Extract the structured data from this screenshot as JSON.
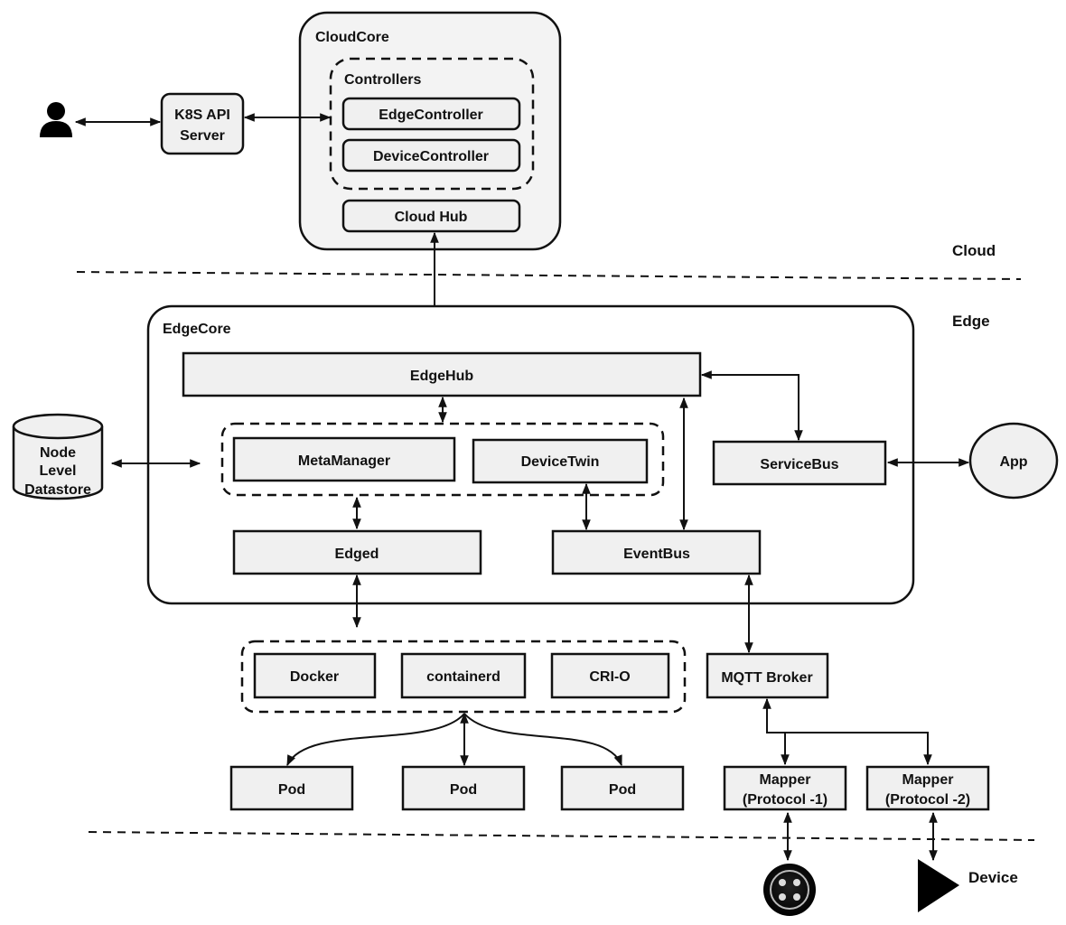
{
  "regions": {
    "cloud": "Cloud",
    "edge": "Edge",
    "device": "Device"
  },
  "cloudcore": {
    "title": "CloudCore",
    "controllers_title": "Controllers",
    "edge_controller": "EdgeController",
    "device_controller": "DeviceController",
    "cloud_hub": "Cloud Hub"
  },
  "k8s_api": {
    "line1": "K8S API",
    "line2": "Server"
  },
  "edgecore": {
    "title": "EdgeCore",
    "edgehub": "EdgeHub",
    "metamanager": "MetaManager",
    "devicetwin": "DeviceTwin",
    "servicebus": "ServiceBus",
    "edged": "Edged",
    "eventbus": "EventBus"
  },
  "datastore": {
    "line1": "Node",
    "line2": "Level",
    "line3": "Datastore"
  },
  "app": "App",
  "runtimes": [
    "Docker",
    "containerd",
    "CRI-O"
  ],
  "pods": [
    "Pod",
    "Pod",
    "Pod"
  ],
  "mqtt_broker": "MQTT Broker",
  "mappers": [
    {
      "line1": "Mapper",
      "line2": "(Protocol -1)"
    },
    {
      "line1": "Mapper",
      "line2": "(Protocol -2)"
    }
  ],
  "icons": {
    "user": "user-icon",
    "button_device": "button-device-icon",
    "triangle_device": "triangle-device-icon"
  }
}
